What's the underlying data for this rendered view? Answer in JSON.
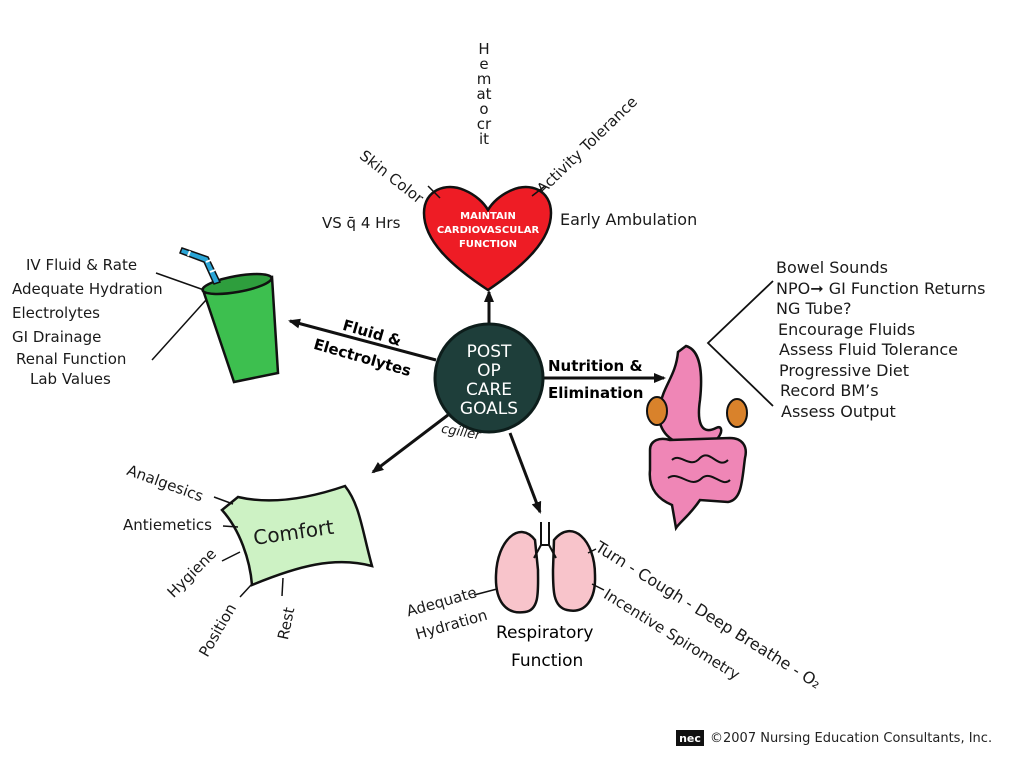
{
  "hub": {
    "lines": [
      "POST",
      "OP",
      "CARE",
      "GOALS"
    ],
    "signature": "cgiller"
  },
  "cardio": {
    "heart_lines": [
      "MAINTAIN",
      "CARDIOVASCULAR",
      "FUNCTION"
    ],
    "items": {
      "hematocrit": "Hematocrit",
      "skin_color": "Skin Color",
      "activity_tolerance": "Activity Tolerance",
      "vs": "VS q̄ 4 Hrs",
      "early_ambulation": "Early Ambulation"
    }
  },
  "fluid": {
    "arrow_label_1": "Fluid &",
    "arrow_label_2": "Electrolytes",
    "items": [
      "IV Fluid & Rate",
      "Adequate Hydration",
      "Electrolytes",
      "GI Drainage",
      "Renal Function",
      "Lab Values"
    ]
  },
  "nutrition": {
    "arrow_label_1": "Nutrition &",
    "arrow_label_2": "Elimination",
    "items": [
      "Bowel Sounds",
      "NPO➞ GI Function Returns",
      "NG Tube?",
      "Encourage Fluids",
      "Assess Fluid Tolerance",
      "Progressive Diet",
      "Record BM’s",
      "Assess Output"
    ]
  },
  "comfort": {
    "label": "Comfort",
    "items": {
      "analgesics": "Analgesics",
      "antiemetics": "Antiemetics",
      "hygiene": "Hygiene",
      "position": "Position",
      "rest": "Rest"
    }
  },
  "respiratory": {
    "label_1": "Respiratory",
    "label_2": "Function",
    "adequate": "Adequate",
    "hydration": "Hydration",
    "tcdb": "Turn - Cough - Deep Breathe - O₂",
    "incentive": "Incentive Spirometry"
  },
  "footer": {
    "logo": "nec",
    "copyright": "©2007 Nursing Education Consultants, Inc."
  },
  "colors": {
    "hub": "#1e3e3a",
    "heart": "#ee1c25",
    "cup": "#3dbf4f",
    "straw": "#2aa5d6",
    "pillow": "#cdf2c4",
    "lungs": "#f8c4cb",
    "stomach": "#ef86b6",
    "kidney": "#d9822b"
  }
}
